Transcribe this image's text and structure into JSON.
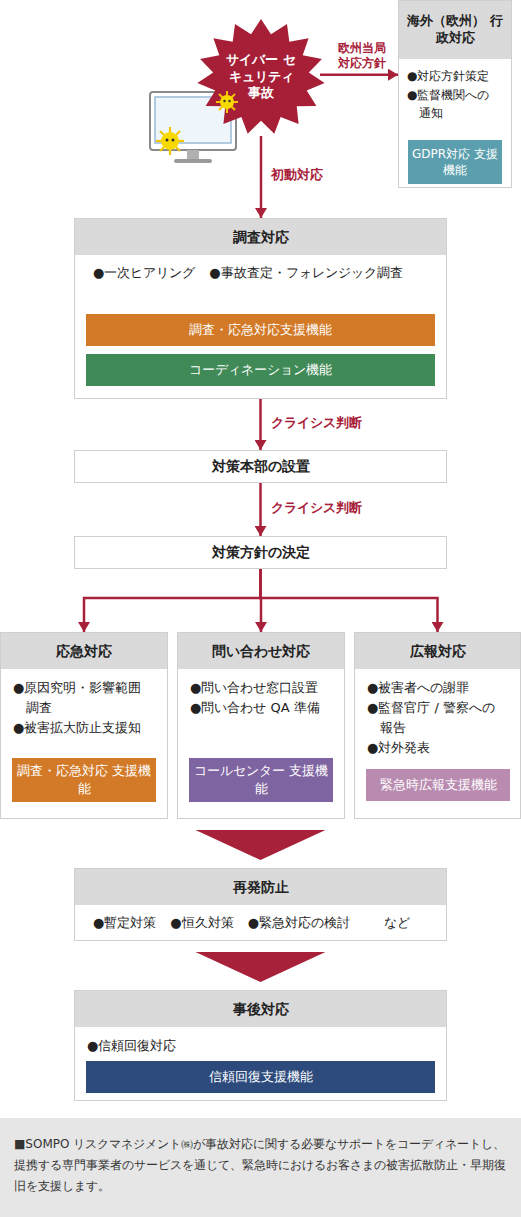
{
  "diagram": {
    "nodes": [
      {
        "text": [
          "サイバー セキュリティ 事故"
        ]
      },
      {
        "text": [
          "海外（欧州） 行政対応",
          "●対応方針策定",
          "●監督機関への 通知"
        ]
      },
      {
        "text": [
          "GDPR対応 支援機能"
        ],
        "in": 1
      },
      {
        "text": [
          "調査対応",
          "●一次ヒアリング",
          "●事故査定・フォレンジック調査"
        ]
      },
      {
        "text": [
          "調査・応急対応支援機能"
        ],
        "in": 3
      },
      {
        "text": [
          "コーディネーション機能"
        ],
        "in": 3
      },
      {
        "text": [
          "対策本部の設置"
        ]
      },
      {
        "text": [
          "対策方針の決定"
        ]
      },
      {
        "text": [
          "応急対応",
          "●原因究明・影響範囲 調査",
          "●被害拡大防止支援知"
        ]
      },
      {
        "text": [
          "調査・応急対応 支援機能"
        ],
        "in": 8
      },
      {
        "text": [
          "問い合わせ対応",
          "●問い合わせ窓口設置",
          "●問い合わせ QA 準備"
        ]
      },
      {
        "text": [
          "コールセンター 支援機能"
        ],
        "in": 10
      },
      {
        "text": [
          "広報対応",
          "●被害者への謝罪",
          "●監督官庁 / 警察への 報告",
          "●対外発表"
        ]
      },
      {
        "text": [
          "緊急時広報支援機能"
        ],
        "in": 12
      },
      {
        "text": [
          "再発防止",
          "●暫定対策",
          "●恒久対策",
          "●緊急対応の検討",
          "など"
        ]
      },
      {
        "text": [
          "事後対応",
          "●信頼回復対応"
        ]
      },
      {
        "text": [
          "信頼回復支援機能"
        ],
        "in": 15
      },
      {
        "text": [
          "■SOMPO リスクマネジメント㈱が事故対応に関する必要なサポートをコーディネートし、提携する専門事業者のサービスを通じて、緊急時におけるお客さまの被害拡散防止・早期復旧を支援します。"
        ]
      }
    ],
    "edges": [
      {
        "from": 0,
        "to": 1,
        "label": "欧州当局 対応方針",
        "arrow": "to"
      },
      {
        "from": 0,
        "to": 3,
        "label": "初動対応",
        "arrow": "to"
      },
      {
        "from": 3,
        "to": 6,
        "label": "クライシス判断",
        "arrow": "to"
      },
      {
        "from": 6,
        "to": 7,
        "label": "クライシス判断",
        "arrow": "to"
      },
      {
        "from": 7,
        "to": 8,
        "arrow": "to"
      },
      {
        "from": 7,
        "to": 10,
        "arrow": "to"
      },
      {
        "from": 7,
        "to": 12,
        "arrow": "to"
      },
      {
        "from": 10,
        "to": 14,
        "arrow": "to"
      },
      {
        "from": 14,
        "to": 15,
        "arrow": "to"
      }
    ]
  }
}
